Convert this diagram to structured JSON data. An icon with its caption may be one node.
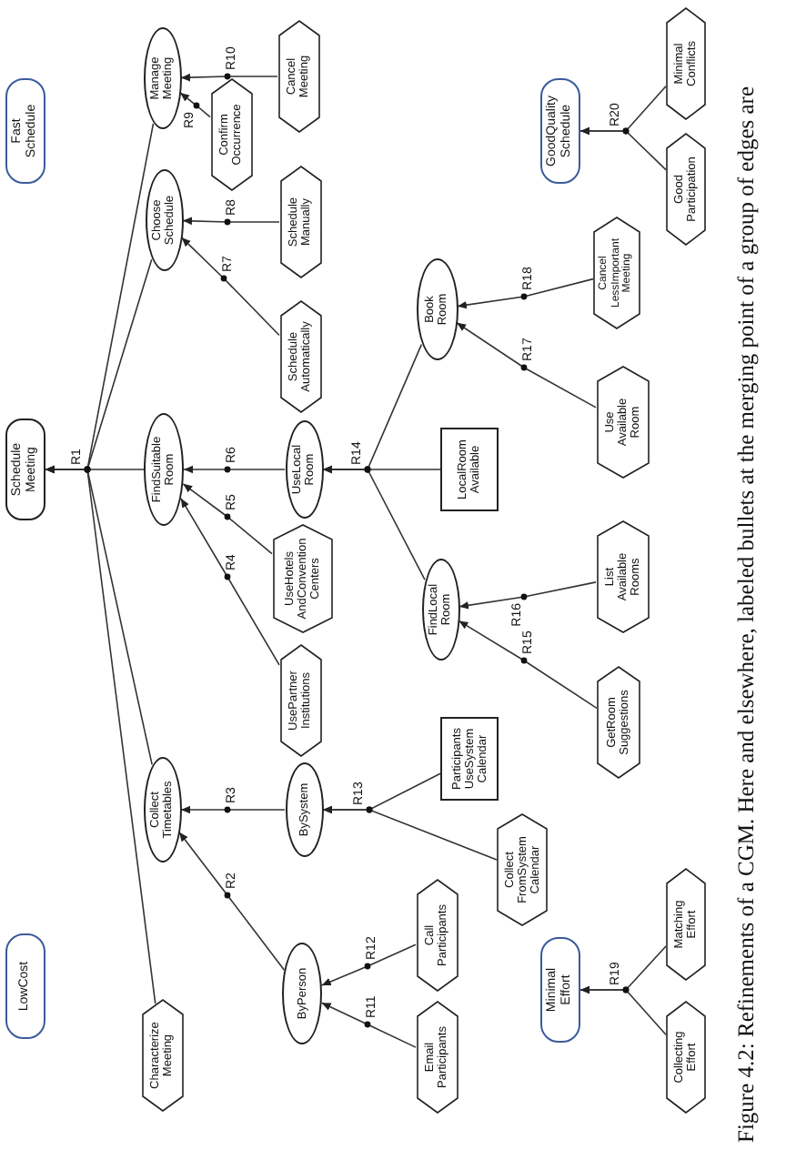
{
  "diagram": {
    "caption": "Figure 4.2: Refinements of a CGM. Here and elsewhere, labeled bullets at the merging point of a group of edges are",
    "nodes": [
      {
        "text": [
          "LowCost"
        ]
      },
      {
        "text": [
          "Schedule Meeting"
        ]
      },
      {
        "text": [
          "Fast Schedule"
        ]
      },
      {
        "text": [
          "Characterize Meeting"
        ]
      },
      {
        "text": [
          "Collect Timetables"
        ]
      },
      {
        "text": [
          "FindSuitable Room"
        ]
      },
      {
        "text": [
          "Choose Schedule"
        ]
      },
      {
        "text": [
          "Manage Meeting"
        ]
      },
      {
        "text": [
          "Confirm Occurrence"
        ]
      },
      {
        "text": [
          "ByPerson"
        ]
      },
      {
        "text": [
          "BySystem"
        ]
      },
      {
        "text": [
          "UsePartner Institutions"
        ]
      },
      {
        "text": [
          "UseHotels AndConvention Centers"
        ]
      },
      {
        "text": [
          "UseLocal Room"
        ]
      },
      {
        "text": [
          "Schedule Automatically"
        ]
      },
      {
        "text": [
          "Schedule Manually"
        ]
      },
      {
        "text": [
          "Cancel Meeting"
        ]
      },
      {
        "text": [
          "Email Participants"
        ]
      },
      {
        "text": [
          "Call Participants"
        ]
      },
      {
        "text": [
          "Participants UseSystem Calendar"
        ]
      },
      {
        "text": [
          "FindLocal Room"
        ]
      },
      {
        "text": [
          "LocalRoom Available"
        ]
      },
      {
        "text": [
          "Book Room"
        ]
      },
      {
        "text": [
          "Collect FromSystem Calendar"
        ]
      },
      {
        "text": [
          "Minimal Effort"
        ]
      },
      {
        "text": [
          "GoodQuality Schedule"
        ]
      },
      {
        "text": [
          "GetRoom Suggestions"
        ]
      },
      {
        "text": [
          "List Available Rooms"
        ]
      },
      {
        "text": [
          "Use Available Room"
        ]
      },
      {
        "text": [
          "Cancel LessImportant Meeting"
        ]
      },
      {
        "text": [
          "Collecting Effort"
        ]
      },
      {
        "text": [
          "Matching Effort"
        ]
      },
      {
        "text": [
          "Good Participation"
        ]
      },
      {
        "text": [
          "Minimal Conflicts"
        ]
      }
    ],
    "edges": [
      {
        "from": 3,
        "to": 1,
        "arrow": "to",
        "label": "R1"
      },
      {
        "from": 4,
        "to": 1,
        "arrow": "to"
      },
      {
        "from": 5,
        "to": 1,
        "arrow": "to"
      },
      {
        "from": 6,
        "to": 1,
        "arrow": "to"
      },
      {
        "from": 7,
        "to": 1,
        "arrow": "to"
      },
      {
        "from": 9,
        "to": 4,
        "arrow": "to",
        "label": "R2"
      },
      {
        "from": 10,
        "to": 4,
        "arrow": "to",
        "label": "R3"
      },
      {
        "from": 11,
        "to": 5,
        "arrow": "to",
        "label": "R4"
      },
      {
        "from": 12,
        "to": 5,
        "arrow": "to",
        "label": "R5"
      },
      {
        "from": 13,
        "to": 5,
        "arrow": "to",
        "label": "R6"
      },
      {
        "from": 14,
        "to": 6,
        "arrow": "to",
        "label": "R7"
      },
      {
        "from": 15,
        "to": 6,
        "arrow": "to",
        "label": "R8"
      },
      {
        "from": 8,
        "to": 7,
        "arrow": "to",
        "label": "R9"
      },
      {
        "from": 16,
        "to": 7,
        "arrow": "to",
        "label": "R10"
      },
      {
        "from": 17,
        "to": 9,
        "arrow": "to",
        "label": "R11"
      },
      {
        "from": 18,
        "to": 9,
        "arrow": "to",
        "label": "R12"
      },
      {
        "from": 19,
        "to": 10,
        "arrow": "to",
        "label": "R13"
      },
      {
        "from": 23,
        "to": 10,
        "arrow": "to"
      },
      {
        "from": 20,
        "to": 13,
        "arrow": "to",
        "label": "R14"
      },
      {
        "from": 21,
        "to": 13,
        "arrow": "to"
      },
      {
        "from": 22,
        "to": 13,
        "arrow": "to"
      },
      {
        "from": 26,
        "to": 20,
        "arrow": "to",
        "label": "R15"
      },
      {
        "from": 27,
        "to": 20,
        "arrow": "to",
        "label": "R16"
      },
      {
        "from": 28,
        "to": 22,
        "arrow": "to",
        "label": "R17"
      },
      {
        "from": 29,
        "to": 22,
        "arrow": "to",
        "label": "R18"
      },
      {
        "from": 30,
        "to": 24,
        "arrow": "to",
        "label": "R19"
      },
      {
        "from": 31,
        "to": 24,
        "arrow": "to"
      },
      {
        "from": 32,
        "to": 25,
        "arrow": "to",
        "label": "R20"
      },
      {
        "from": 33,
        "to": 25,
        "arrow": "to"
      }
    ]
  }
}
